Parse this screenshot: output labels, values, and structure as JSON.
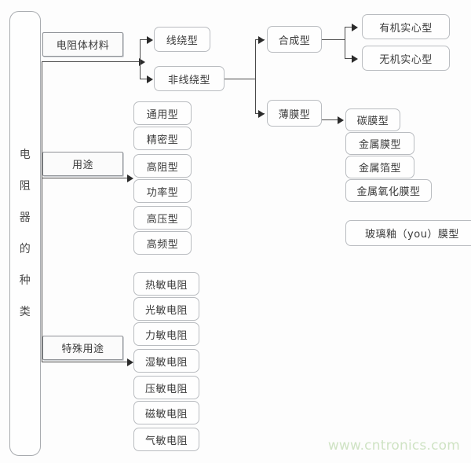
{
  "diagram": {
    "title": "电阻器的种类",
    "root": {
      "label": "电阻器的种类",
      "chars": [
        "电",
        "阻",
        "器",
        "的",
        "种",
        "类"
      ]
    },
    "categories": [
      {
        "id": "material",
        "label": "电阻体材料"
      },
      {
        "id": "usage",
        "label": "用途"
      },
      {
        "id": "special",
        "label": "特殊用途"
      }
    ],
    "material_branch": {
      "wirewound": "线绕型",
      "non_wirewound": "非线绕型",
      "synthetic": "合成型",
      "film": "薄膜型",
      "synthetic_children": [
        "有机实心型",
        "无机实心型"
      ],
      "film_children": [
        "碳膜型",
        "金属膜型",
        "金属箔型",
        "金属氧化膜型",
        "玻璃釉（you）膜型"
      ]
    },
    "usage_children": [
      "通用型",
      "精密型",
      "高阻型",
      "功率型",
      "高压型",
      "高频型"
    ],
    "special_children": [
      "热敏电阻",
      "光敏电阻",
      "力敏电阻",
      "湿敏电阻",
      "压敏电阻",
      "磁敏电阻",
      "气敏电阻"
    ],
    "watermark": "www.cntronics.com",
    "colors": {
      "box_border": "#b9bcc0",
      "cat_border": "#8e9196",
      "line": "#4a4a4a",
      "arrow": "#2b2b2b",
      "text": "#3a3a3a",
      "watermark": "#cfe3c4",
      "background": "#fdfdfd"
    }
  }
}
